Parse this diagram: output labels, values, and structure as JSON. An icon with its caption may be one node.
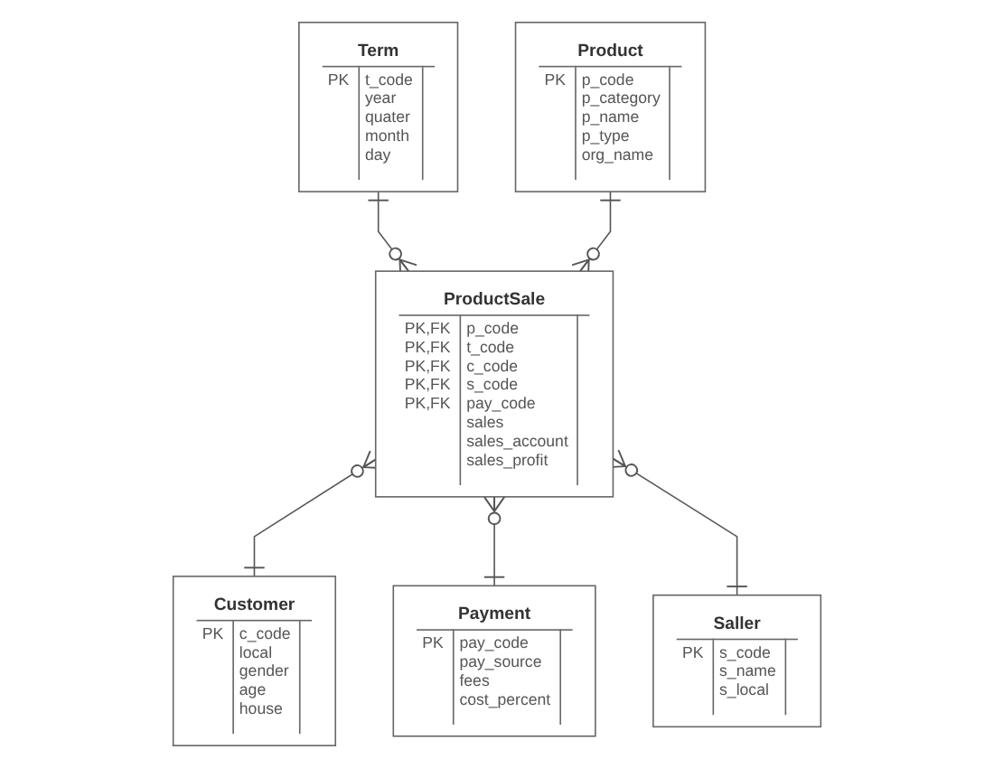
{
  "diagram": {
    "nodes": [
      {
        "text": [
          "Term",
          "PK",
          "t_code year quater month day"
        ]
      },
      {
        "text": [
          "Product",
          "PK",
          "p_code p_category p_name p_type org_name"
        ]
      },
      {
        "text": [
          "ProductSale",
          "PK,FK PK,FK PK,FK PK,FK PK,FK",
          "p_code t_code c_code s_code pay_code sales sales_account sales_profit"
        ]
      },
      {
        "text": [
          "Customer",
          "PK",
          "c_code local gender age house"
        ]
      },
      {
        "text": [
          "Payment",
          "PK",
          "pay_code pay_source fees cost_percent"
        ]
      },
      {
        "text": [
          "Saller",
          "PK",
          "s_code s_name s_local"
        ]
      }
    ],
    "edges": [
      {
        "from": 0,
        "to": 2,
        "arrow": "other"
      },
      {
        "from": 1,
        "to": 2,
        "arrow": "other"
      },
      {
        "from": 2,
        "to": 3,
        "arrow": "other"
      },
      {
        "from": 2,
        "to": 4,
        "arrow": "other"
      },
      {
        "from": 2,
        "to": 5,
        "arrow": "other"
      }
    ]
  }
}
